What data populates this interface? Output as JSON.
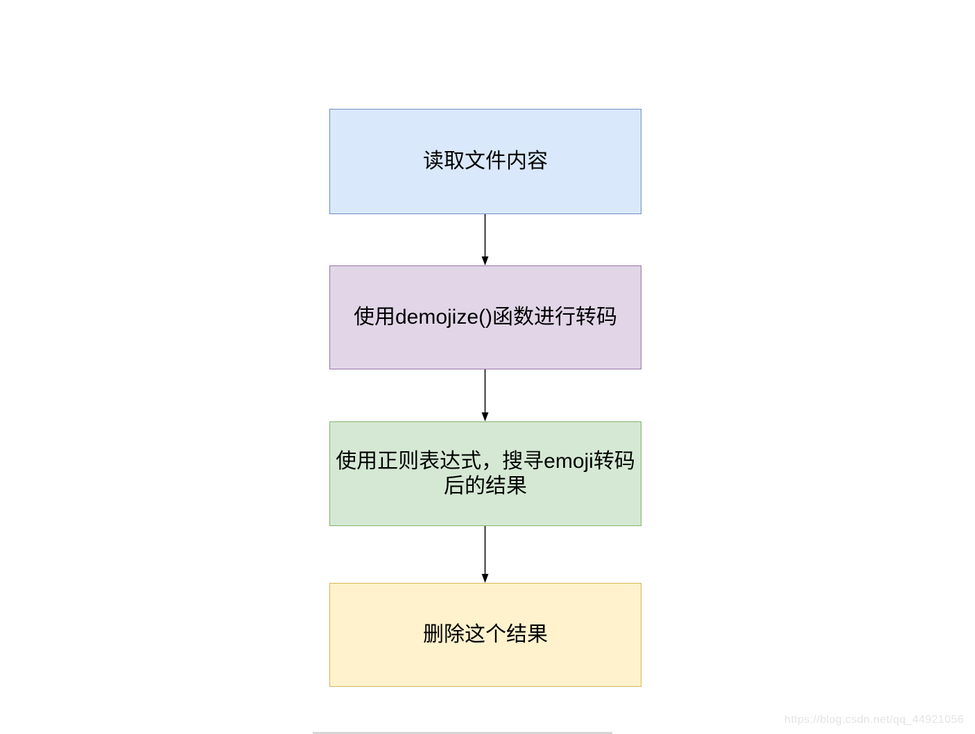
{
  "page": {
    "background": "#ffffff"
  },
  "diagram": {
    "type": "flowchart",
    "direction": "top-to-bottom",
    "nodes": [
      {
        "id": "read-file",
        "label": "读取文件内容",
        "fill": "#dae8fc",
        "stroke": "#6c8ebf"
      },
      {
        "id": "demojize-transcode",
        "label": "使用demojize()函数进行转码",
        "fill": "#e1d5e7",
        "stroke": "#9673a6"
      },
      {
        "id": "regex-search",
        "label": "使用正则表达式，搜寻emoji转码后的结果",
        "fill": "#d5e8d4",
        "stroke": "#82b366"
      },
      {
        "id": "delete-result",
        "label": "删除这个结果",
        "fill": "#fff2cc",
        "stroke": "#d6b656"
      }
    ],
    "edges": [
      {
        "from": "read-file",
        "to": "demojize-transcode",
        "style": "straight-arrow-down",
        "color": "#000000"
      },
      {
        "from": "demojize-transcode",
        "to": "regex-search",
        "style": "straight-arrow-down",
        "color": "#000000"
      },
      {
        "from": "regex-search",
        "to": "delete-result",
        "style": "straight-arrow-down",
        "color": "#000000"
      }
    ]
  },
  "watermark": {
    "text": "https://blog.csdn.net/qq_44921056",
    "color": "#e4e4e4"
  },
  "partial_shape_bottom": {
    "color": "#d6d6d6"
  }
}
